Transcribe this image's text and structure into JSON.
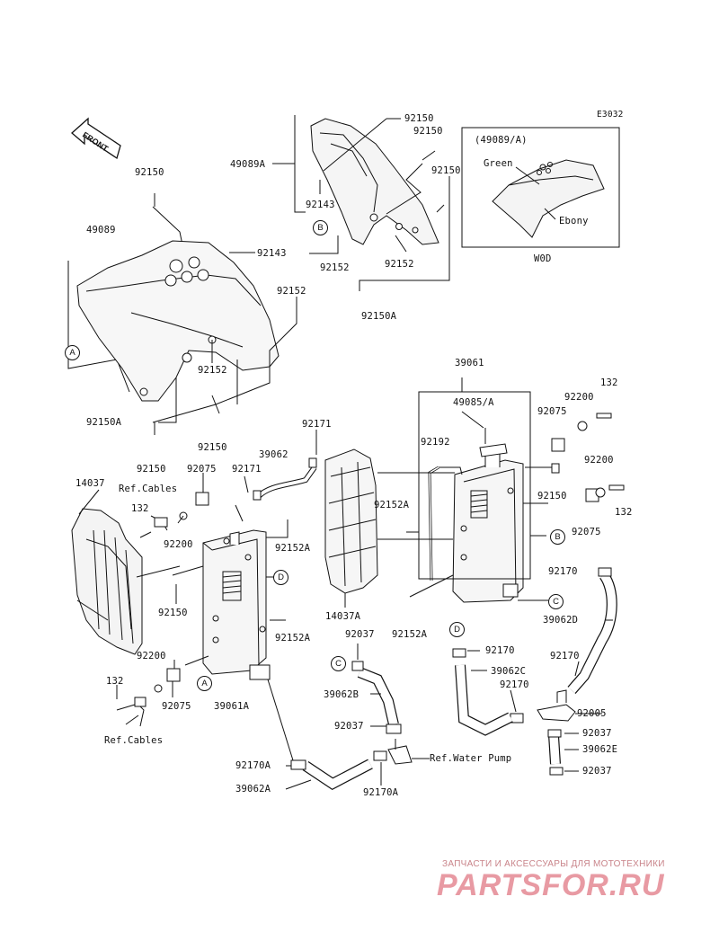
{
  "diagram_code": "E3032",
  "front_label": "FRONT",
  "inset": {
    "title": "(49089/A)",
    "color_1": "Green",
    "color_2": "Ebony",
    "caption": "W0D"
  },
  "callouts": {
    "a": "A",
    "b": "B",
    "c": "C",
    "d": "D"
  },
  "parts": {
    "p92150_a": "92150",
    "p92150_b": "92150",
    "p92150_c": "92150",
    "p92150_d": "92150",
    "p92150_e": "92150",
    "p92150_f": "92150",
    "p92150_g": "92150",
    "p92150_h": "92150",
    "p49089A": "49089A",
    "p92143_a": "92143",
    "p92143_b": "92143",
    "p92152_a": "92152",
    "p92152_b": "92152",
    "p92152_c": "92152",
    "p92152_d": "92152",
    "p92150A_a": "92150A",
    "p92150A_b": "92150A",
    "p49089": "49089",
    "p39061": "39061",
    "p49085A": "49085/A",
    "p132_a": "132",
    "p132_b": "132",
    "p132_c": "132",
    "p92200_a": "92200",
    "p92200_b": "92200",
    "p92200_c": "92200",
    "p92200_d": "92200",
    "p92075_a": "92075",
    "p92075_b": "92075",
    "p92075_c": "92075",
    "p92075_d": "92075",
    "p92171_a": "92171",
    "p92171_b": "92171",
    "p39062": "39062",
    "p92192": "92192",
    "p14037": "14037",
    "p14037A": "14037A",
    "p92152A_a": "92152A",
    "p92152A_b": "92152A",
    "p92152A_c": "92152A",
    "p92152A_d": "92152A",
    "p39061A": "39061A",
    "p92037_a": "92037",
    "p92037_b": "92037",
    "p92037_c": "92037",
    "p92037_d": "92037",
    "p39062B": "39062B",
    "p92170_a": "92170",
    "p92170_b": "92170",
    "p92170_c": "92170",
    "p92170_d": "92170",
    "p39062D": "39062D",
    "p39062C": "39062C",
    "p92005": "92005",
    "p39062E": "39062E",
    "p92170A_a": "92170A",
    "p92170A_b": "92170A",
    "p39062A": "39062A"
  },
  "references": {
    "cables_top": "Ref.Cables",
    "cables_bottom": "Ref.Cables",
    "water_pump": "Ref.Water Pump"
  },
  "watermark": {
    "line1": "ЗАПЧАСТИ И АКСЕССУАРЫ ДЛЯ МОТОТЕХНИКИ",
    "line2": "PARTSFOR.RU"
  }
}
